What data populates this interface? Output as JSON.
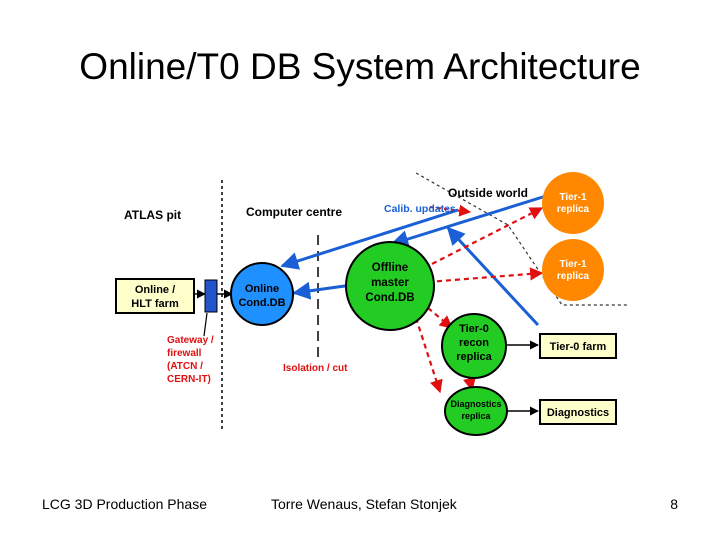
{
  "title": "Online/T0 DB System Architecture",
  "diagram": {
    "labels": {
      "atlas_pit": "ATLAS pit",
      "computer_centre": "Computer centre",
      "calib_updates": "Calib. updates",
      "outside_world": "Outside world",
      "gateway_firewall": [
        "Gateway /",
        "firewall",
        "(ATCN /",
        "CERN-IT)"
      ],
      "isolation_cut": "Isolation / cut"
    },
    "boxes": {
      "online_hlt": [
        "Online /",
        "HLT farm"
      ],
      "tier0_farm": "Tier-0 farm",
      "diagnostics": "Diagnostics"
    },
    "nodes": {
      "online_conddb": [
        "Online",
        "Cond.DB"
      ],
      "offline_master": [
        "Offline",
        "master",
        "Cond.DB"
      ],
      "tier0_recon": [
        "Tier-0",
        "recon",
        "replica"
      ],
      "diagnostics_replica": [
        "Diagnostics",
        "replica"
      ],
      "tier1_top": [
        "Tier-1",
        "replica"
      ],
      "tier1_mid": [
        "Tier-1",
        "replica"
      ]
    },
    "colors": {
      "blue_node": "#1e90ff",
      "green_node": "#22cc22",
      "orange_node": "#ff8800",
      "box_fill": "#ffffcc",
      "arrow_blue": "#1a5fd6",
      "arrow_red": "#e01010",
      "label_red": "#e01010",
      "label_blue": "#1a5fd6",
      "firewall_bar": "#2255cc"
    }
  },
  "footer": {
    "left": "LCG 3D Production Phase",
    "center": "Torre Wenaus, Stefan Stonjek",
    "page": "8"
  }
}
